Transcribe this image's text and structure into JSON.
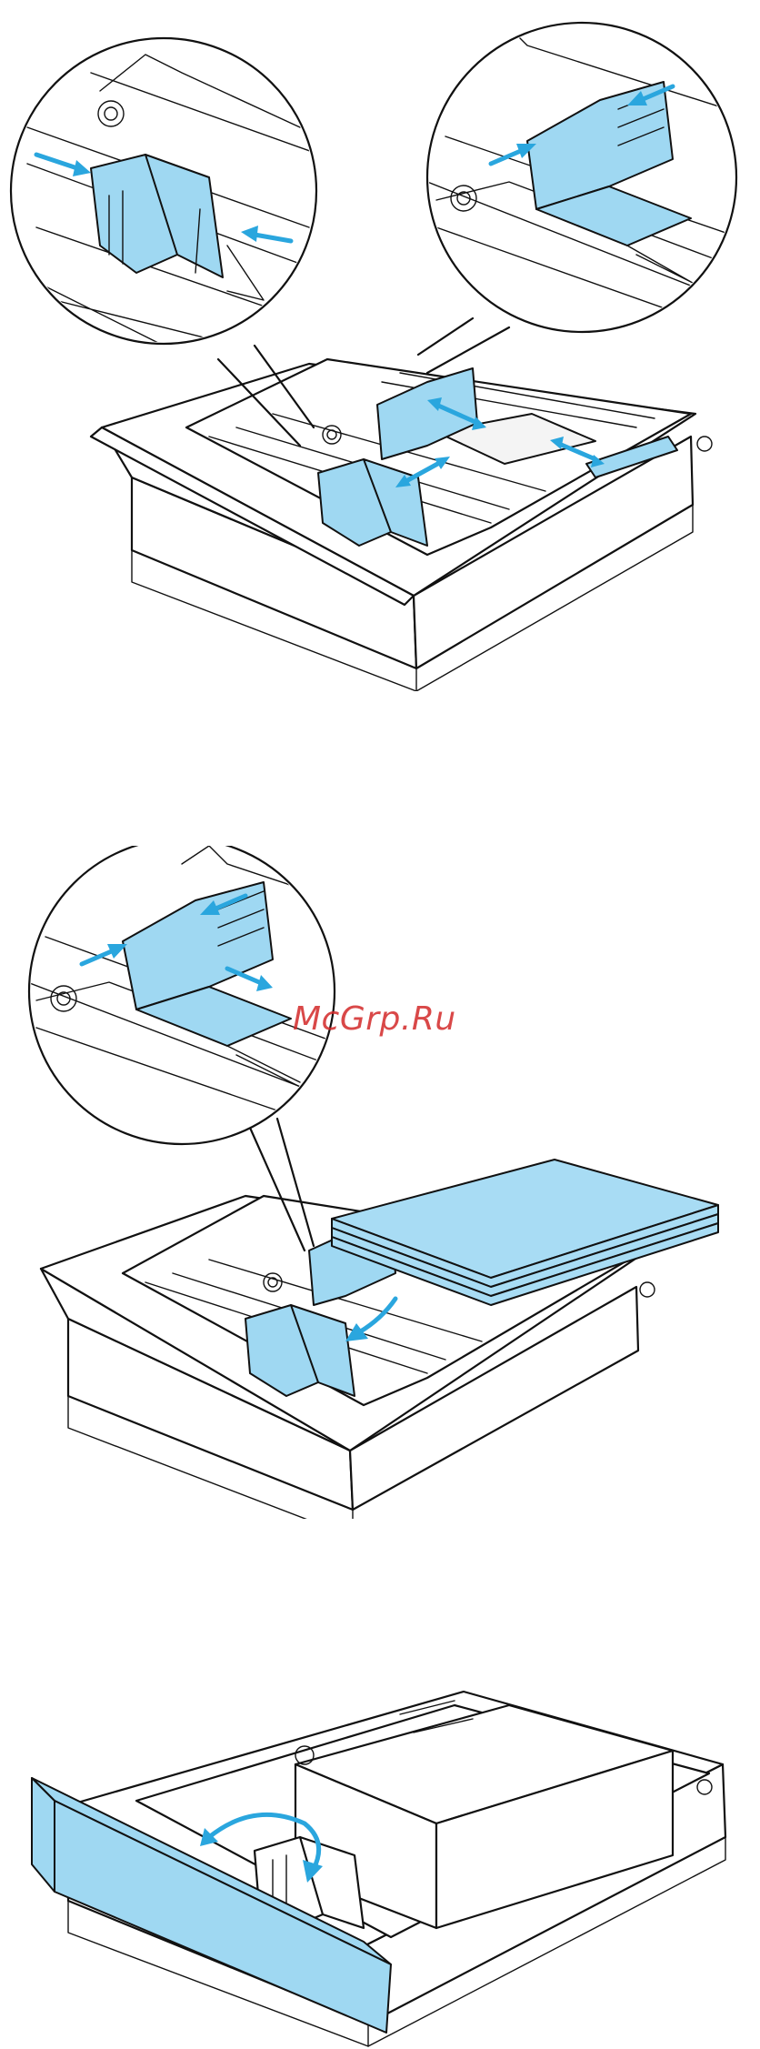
{
  "watermark": {
    "text": "McGrp.Ru"
  },
  "colors": {
    "accent_blue": "#9fd8f2",
    "arrow_blue": "#2aa6de",
    "paper_blue": "#a8dcf4",
    "watermark_red": "#d22828",
    "line": "#111111"
  },
  "panels": [
    {
      "icon": "adjust-paper-guides-illustration",
      "zoom_icons": [
        "side-guide-zoom-icon",
        "rear-guide-zoom-icon"
      ]
    },
    {
      "icon": "load-paper-stack-illustration",
      "zoom_icons": [
        "rear-guide-zoom-icon"
      ]
    },
    {
      "icon": "close-tray-illustration",
      "zoom_icons": []
    }
  ]
}
